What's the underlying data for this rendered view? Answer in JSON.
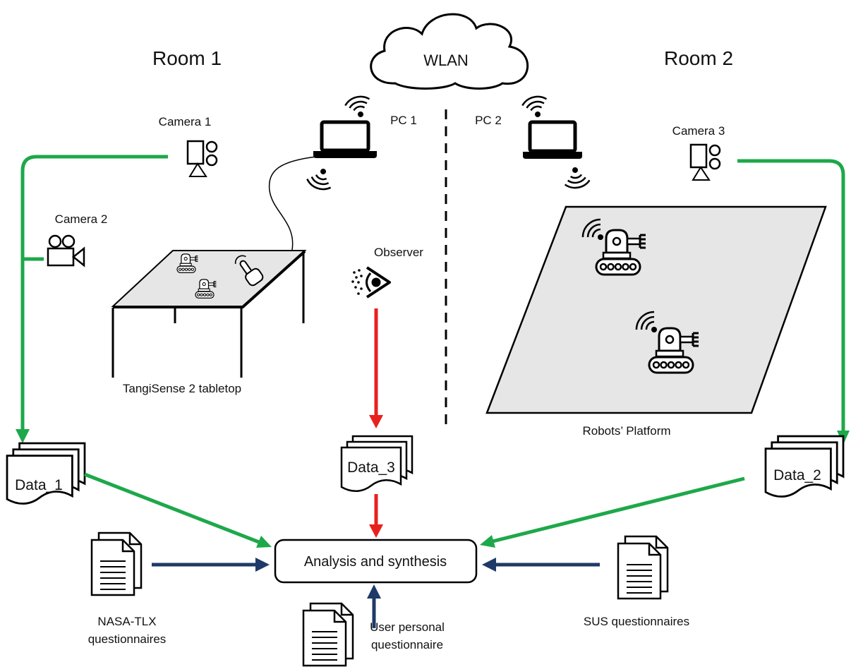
{
  "rooms": {
    "room1": "Room 1",
    "room2": "Room 2"
  },
  "network": {
    "label": "WLAN"
  },
  "pcs": {
    "pc1": "PC 1",
    "pc2": "PC 2"
  },
  "cameras": {
    "camera1": "Camera 1",
    "camera2": "Camera 2",
    "camera3": "Camera 3"
  },
  "observer": {
    "label": "Observer"
  },
  "tabletop": {
    "label": "TangiSense 2 tabletop"
  },
  "platform": {
    "label": "Robots’ Platform"
  },
  "data": {
    "data1": "Data_1",
    "data2": "Data_2",
    "data3": "Data_3"
  },
  "analysis": {
    "label": "Analysis and synthesis"
  },
  "questionnaires": {
    "nasa": {
      "line1": "NASA-TLX",
      "line2": "questionnaires"
    },
    "sus": {
      "label": "SUS questionnaires"
    },
    "user": {
      "line1": "User personal",
      "line2": "questionnaire"
    }
  },
  "colors": {
    "video_flow": "#1ea84a",
    "observer_flow": "#e8211d",
    "questionnaire_flow": "#1f3a68",
    "surface": "#e6e6e6"
  },
  "icons": {
    "network": "cloud-icon",
    "computer": "laptop-icon",
    "signal": "wifi-icon",
    "camera_fixed": "movie-camera-icon",
    "camera_mobile": "video-camera-icon",
    "robot": "robot-icon",
    "touch": "hand-pointer-icon",
    "observer": "eye-icon",
    "data": "document-stack-icon",
    "questionnaire": "document-icon"
  }
}
